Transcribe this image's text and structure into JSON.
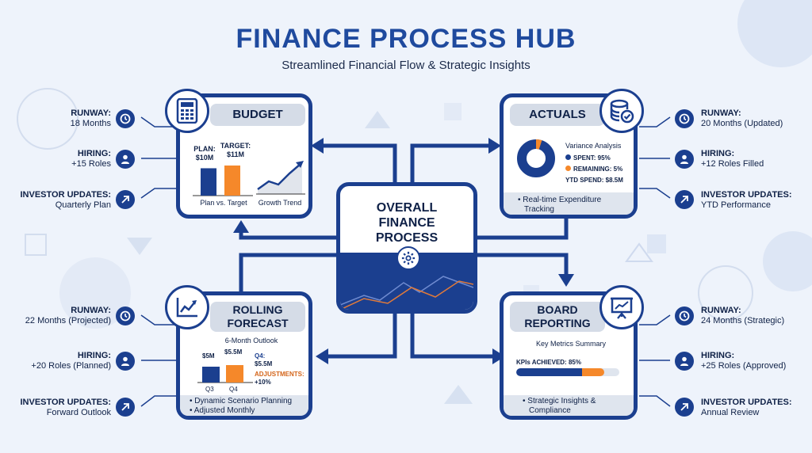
{
  "header": {
    "title": "FINANCE PROCESS HUB",
    "subtitle": "Streamlined Financial Flow & Strategic Insights"
  },
  "center": {
    "title_line1": "OVERALL",
    "title_line2": "FINANCE",
    "title_line3": "PROCESS"
  },
  "budget": {
    "title": "BUDGET",
    "plan_label": "PLAN:",
    "plan_value": "$10M",
    "target_label": "TARGET:",
    "target_value": "$11M",
    "chart1_caption": "Plan vs. Target",
    "chart2_caption": "Growth Trend",
    "bars": [
      {
        "value": 10
      },
      {
        "value": 11
      }
    ],
    "side": [
      {
        "label": "RUNWAY:",
        "value": "18 Months",
        "icon": "clock-icon"
      },
      {
        "label": "HIRING:",
        "value": "+15 Roles",
        "icon": "person-icon"
      },
      {
        "label": "INVESTOR UPDATES:",
        "value": "Quarterly Plan",
        "icon": "arrow-up-right-icon"
      }
    ]
  },
  "actuals": {
    "title": "ACTUALS",
    "analysis_title": "Variance Analysis",
    "spent": "SPENT: 95%",
    "remaining": "REMAINING: 5%",
    "ytd": "YTD SPEND: $8.5M",
    "spent_pct": 95,
    "bullet": "• Real-time Expenditure",
    "bullet2": "Tracking",
    "side": [
      {
        "label": "RUNWAY:",
        "value": "20 Months (Updated)",
        "icon": "clock-icon"
      },
      {
        "label": "HIRING:",
        "value": "+12 Roles Filled",
        "icon": "person-icon"
      },
      {
        "label": "INVESTOR UPDATES:",
        "value": "YTD Performance",
        "icon": "arrow-up-right-icon"
      }
    ]
  },
  "forecast": {
    "title_line1": "ROLLING",
    "title_line2": "FORECAST",
    "outlook": "6-Month Outlook",
    "bar1_value": "$5M",
    "bar2_value": "$5.5M",
    "q4_label": "Q4:",
    "q4_value": "$5.5M",
    "adj_label": "ADJUSTMENTS:",
    "adj_value": "+10%",
    "x1": "Q3",
    "x2": "Q4",
    "bars": [
      {
        "value": 5
      },
      {
        "value": 5.5
      }
    ],
    "bullet1": "• Dynamic Scenario Planning",
    "bullet2": "• Adjusted Monthly",
    "side": [
      {
        "label": "RUNWAY:",
        "value": "22 Months (Projected)",
        "icon": "clock-icon"
      },
      {
        "label": "HIRING:",
        "value": "+20 Roles (Planned)",
        "icon": "person-icon"
      },
      {
        "label": "INVESTOR UPDATES:",
        "value": "Forward Outlook",
        "icon": "arrow-up-right-icon"
      }
    ]
  },
  "board": {
    "title_line1": "BOARD",
    "title_line2": "REPORTING",
    "metrics_title": "Key Metrics Summary",
    "kpi_label": "KPIs ACHIEVED: 85%",
    "kpi_pct": 85,
    "bullet1": "• Strategic Insights &",
    "bullet2": "Compliance",
    "side": [
      {
        "label": "RUNWAY:",
        "value": "24 Months (Strategic)",
        "icon": "clock-icon"
      },
      {
        "label": "HIRING:",
        "value": "+25 Roles (Approved)",
        "icon": "person-icon"
      },
      {
        "label": "INVESTOR UPDATES:",
        "value": "Annual Review",
        "icon": "arrow-up-right-icon"
      }
    ]
  },
  "colors": {
    "navy": "#1b3f8f",
    "orange": "#f5882a",
    "accent": "#1f4a9e"
  }
}
